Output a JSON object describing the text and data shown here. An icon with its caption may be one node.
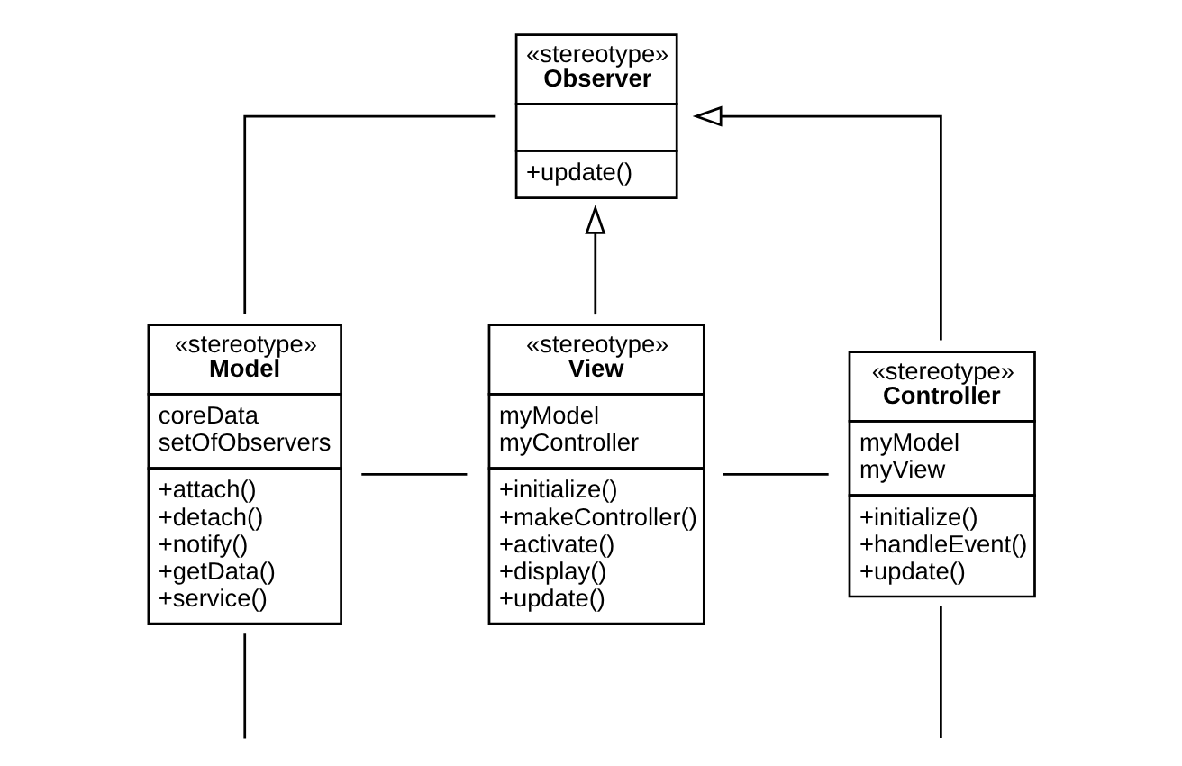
{
  "diagram": {
    "nodes": [
      {
        "text": [
          "«stereotype»",
          "Observer",
          "+update()"
        ]
      },
      {
        "text": [
          "«stereotype»",
          "Model",
          "coreData",
          "setOfObservers",
          "+attach()",
          "+detach()",
          "+notify()",
          "+getData()",
          "+service()"
        ]
      },
      {
        "text": [
          "«stereotype»",
          "View",
          "myModel",
          "myController",
          "+initialize()",
          "+makeController()",
          "+activate()",
          "+display()",
          "+update()"
        ]
      },
      {
        "text": [
          "«stereotype»",
          "Controller",
          "myModel",
          "myView",
          "+initialize()",
          "+handleEvent()",
          "+update()"
        ]
      }
    ],
    "edges": [
      {
        "from": 1,
        "to": 0,
        "arrow": "none"
      },
      {
        "from": 2,
        "to": 0,
        "arrow": "to"
      },
      {
        "from": 3,
        "to": 0,
        "arrow": "to"
      },
      {
        "from": 1,
        "to": 2,
        "arrow": "none"
      },
      {
        "from": 2,
        "to": 3,
        "arrow": "none"
      },
      {
        "from": 1,
        "to": null,
        "arrow": "none"
      },
      {
        "from": 3,
        "to": null,
        "arrow": "none"
      }
    ]
  }
}
